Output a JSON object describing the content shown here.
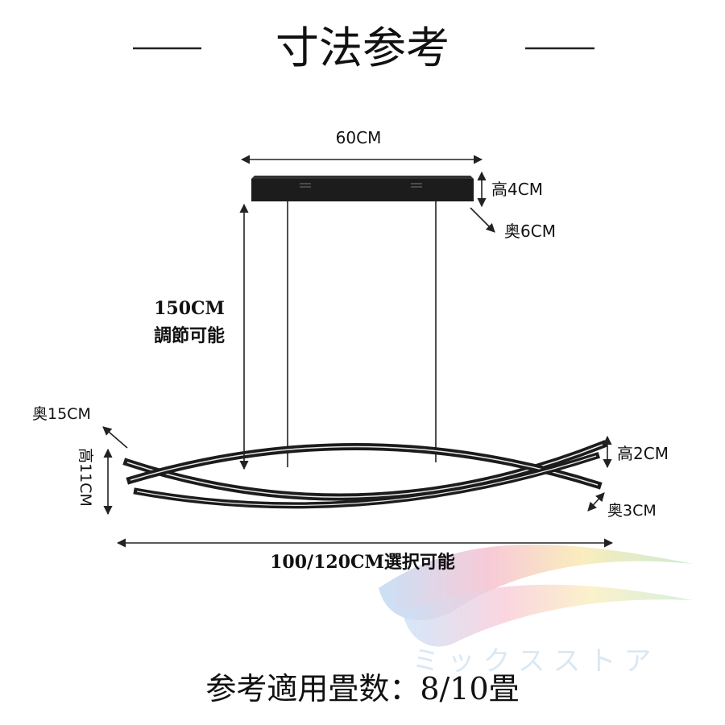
{
  "header": {
    "title": "寸法参考"
  },
  "dimensions": {
    "canopy_width": "60CM",
    "canopy_height": "高4CM",
    "canopy_depth": "奥6CM",
    "drop_length": "150CM",
    "drop_adjustable": "調節可能",
    "fixture_depth": "奥15CM",
    "fixture_height": "高11CM",
    "bar_height": "高2CM",
    "bar_depth": "奥3CM",
    "fixture_width": "100/120CM選択可能"
  },
  "footer": {
    "recommended_area": "参考適用畳数：8/10畳"
  },
  "watermark": {
    "text": "ミックスストア"
  },
  "colors": {
    "fixture": "#1c1c1c",
    "line": "#222222",
    "text": "#111111"
  }
}
